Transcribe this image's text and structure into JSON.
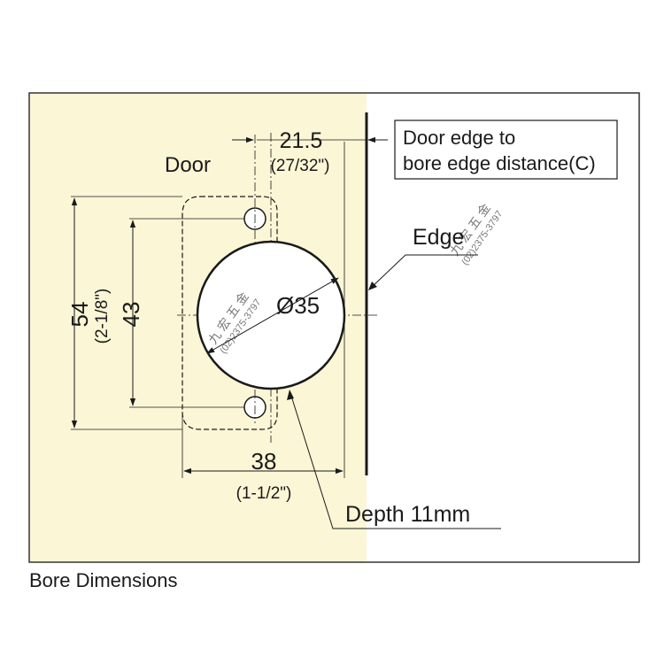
{
  "labels": {
    "door": "Door",
    "edge": "Edge",
    "callout_line1": "Door edge to",
    "callout_line2": "bore edge distance(C)",
    "dim_top": "21.5",
    "dim_top_inch": "(27/32\")",
    "dim_diameter": "Ø35",
    "dim_height_outer": "54",
    "dim_height_outer_inch": "(2-1/8\")",
    "dim_height_inner": "43",
    "dim_width": "38",
    "dim_width_inch": "(1-1/2\")",
    "depth": "Depth 11mm",
    "watermark_name": "九 宏 五 金",
    "watermark_phone": "(02)2375-3797"
  },
  "caption": "Bore Dimensions",
  "colors": {
    "door_fill": "#fbf6d6",
    "line": "#1a1a1a",
    "frame": "#333333"
  }
}
